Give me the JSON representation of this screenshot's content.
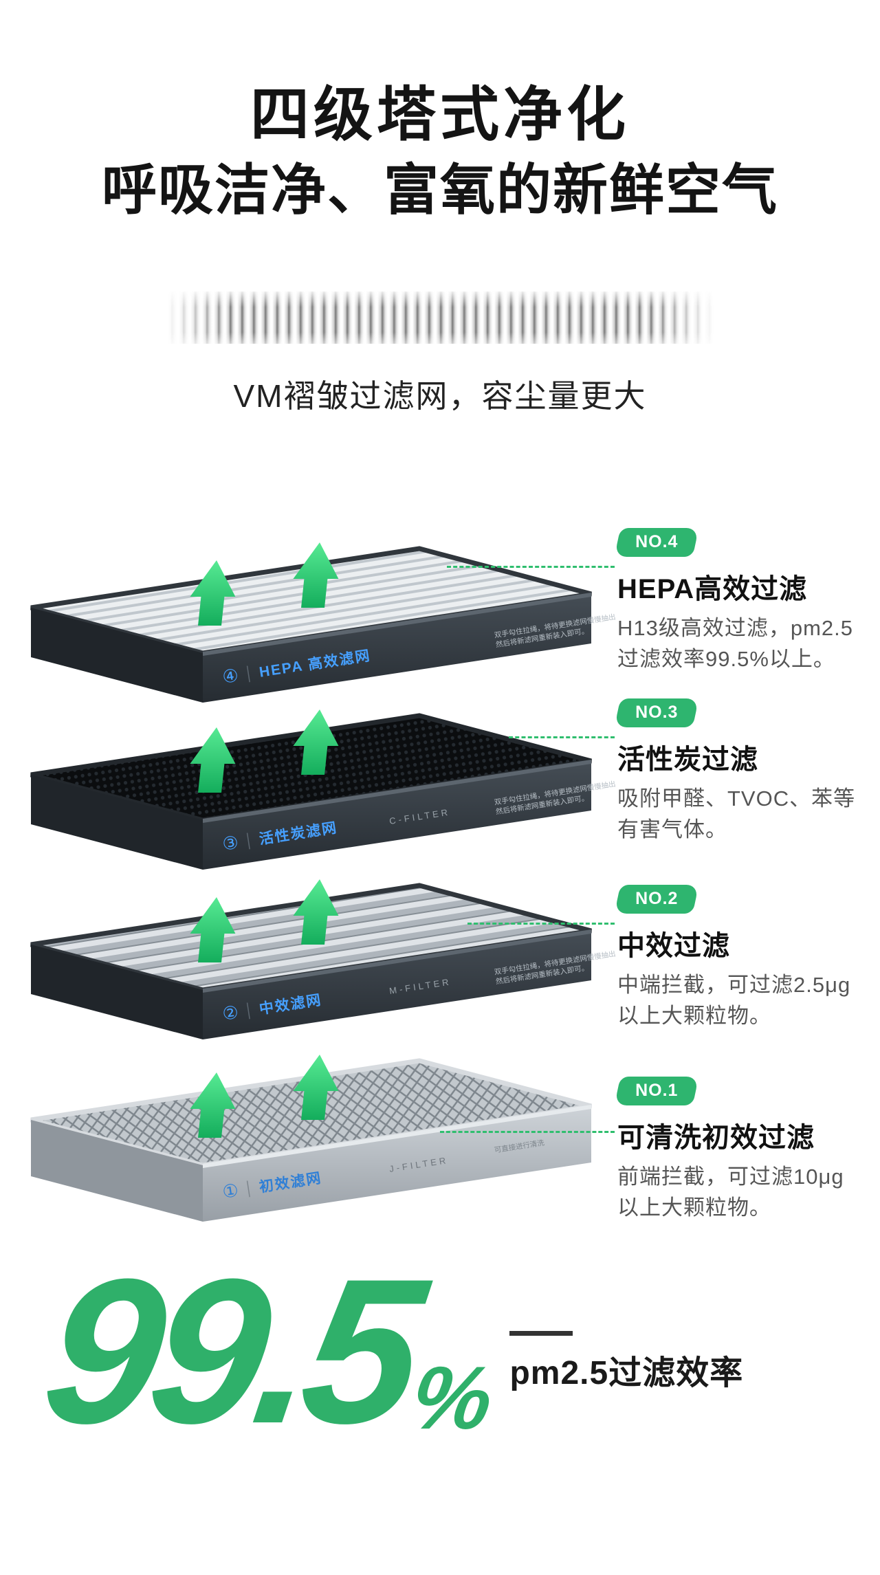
{
  "header": {
    "title_line1": "四级塔式净化",
    "title_line2": "呼吸洁净、富氧的新鲜空气",
    "pleat_caption": "VM褶皱过滤网，容尘量更大"
  },
  "colors": {
    "accent_green": "#2eb56f",
    "arrow_green": "#2ed47f",
    "number_green": "#2fb06a",
    "layer_label_blue": "#46a0ff",
    "dark_frame": "#2f353b"
  },
  "filters": [
    {
      "no_badge": "NO.4",
      "title": "HEPA高效过滤",
      "desc": "H13级高效过滤，pm2.5过滤效率99.5%以上。",
      "layer_num": "④",
      "layer_label": "HEPA 高效滤网",
      "layer_sub": "",
      "note_line1": "双手勾住拉绳，将待更换滤网慢慢抽出",
      "note_line2": "然后将新滤网重新装入即可。"
    },
    {
      "no_badge": "NO.3",
      "title": "活性炭过滤",
      "desc": "吸附甲醛、TVOC、苯等有害气体。",
      "layer_num": "③",
      "layer_label": "活性炭滤网",
      "layer_sub": "C-FILTER",
      "note_line1": "双手勾住拉绳，将待更换滤网慢慢抽出",
      "note_line2": "然后将新滤网重新装入即可。"
    },
    {
      "no_badge": "NO.2",
      "title": "中效过滤",
      "desc": "中端拦截，可过滤2.5μg以上大颗粒物。",
      "layer_num": "②",
      "layer_label": "中效滤网",
      "layer_sub": "M-FILTER",
      "note_line1": "双手勾住拉绳，将待更换滤网慢慢抽出",
      "note_line2": "然后将新滤网重新装入即可。"
    },
    {
      "no_badge": "NO.1",
      "title": "可清洗初效过滤",
      "desc": "前端拦截，可过滤10μg以上大颗粒物。",
      "layer_num": "①",
      "layer_label": "初效滤网",
      "layer_sub": "J-FILTER",
      "note_line1": "可直接进行清洗",
      "note_line2": ""
    }
  ],
  "stat": {
    "value": "99.5",
    "unit": "%",
    "label": "pm2.5过滤效率"
  }
}
